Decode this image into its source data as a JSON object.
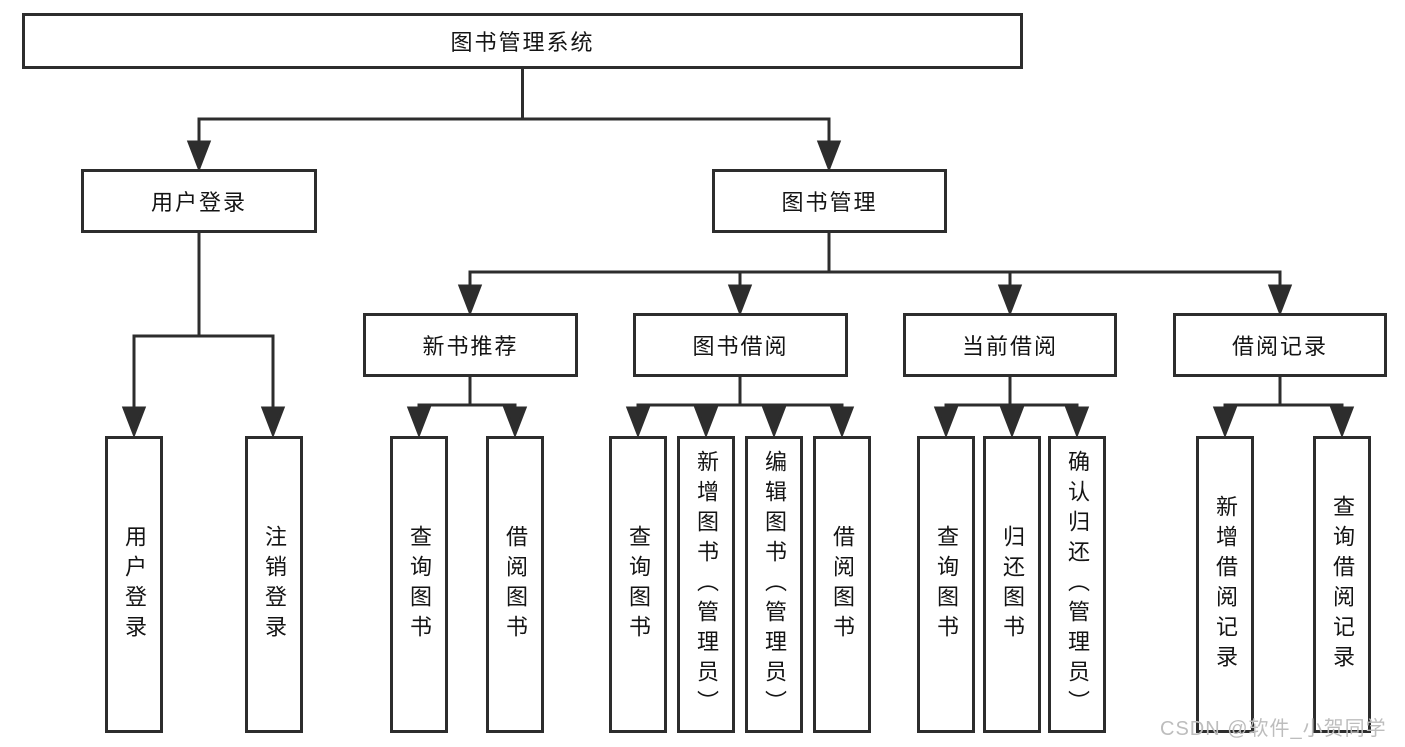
{
  "diagram": {
    "title": "图书管理系统",
    "type": "functional-structure-tree"
  },
  "root": {
    "label": "图书管理系统"
  },
  "level2": [
    {
      "label": "用户登录"
    },
    {
      "label": "图书管理"
    }
  ],
  "level3": [
    {
      "label": "新书推荐"
    },
    {
      "label": "图书借阅"
    },
    {
      "label": "当前借阅"
    },
    {
      "label": "借阅记录"
    }
  ],
  "leaves": {
    "user_login": [
      {
        "label": "用户登录"
      },
      {
        "label": "注销登录"
      }
    ],
    "new_book": [
      {
        "label": "查询图书"
      },
      {
        "label": "借阅图书"
      }
    ],
    "book_borrow": [
      {
        "label": "查询图书"
      },
      {
        "label": "新增图书（管理员）"
      },
      {
        "label": "编辑图书（管理员）"
      },
      {
        "label": "借阅图书"
      }
    ],
    "current_borrow": [
      {
        "label": "查询图书"
      },
      {
        "label": "归还图书"
      },
      {
        "label": "确认归还（管理员）"
      }
    ],
    "borrow_records": [
      {
        "label": "新增借阅记录"
      },
      {
        "label": "查询借阅记录"
      }
    ]
  },
  "watermark": {
    "text": "CSDN @软件_小贺同学",
    "color": "#bdbdbd"
  },
  "colors": {
    "background": "#ffffff",
    "line": "#2d2d2d",
    "box_border": "#2d2d2d",
    "text": "#141414"
  }
}
